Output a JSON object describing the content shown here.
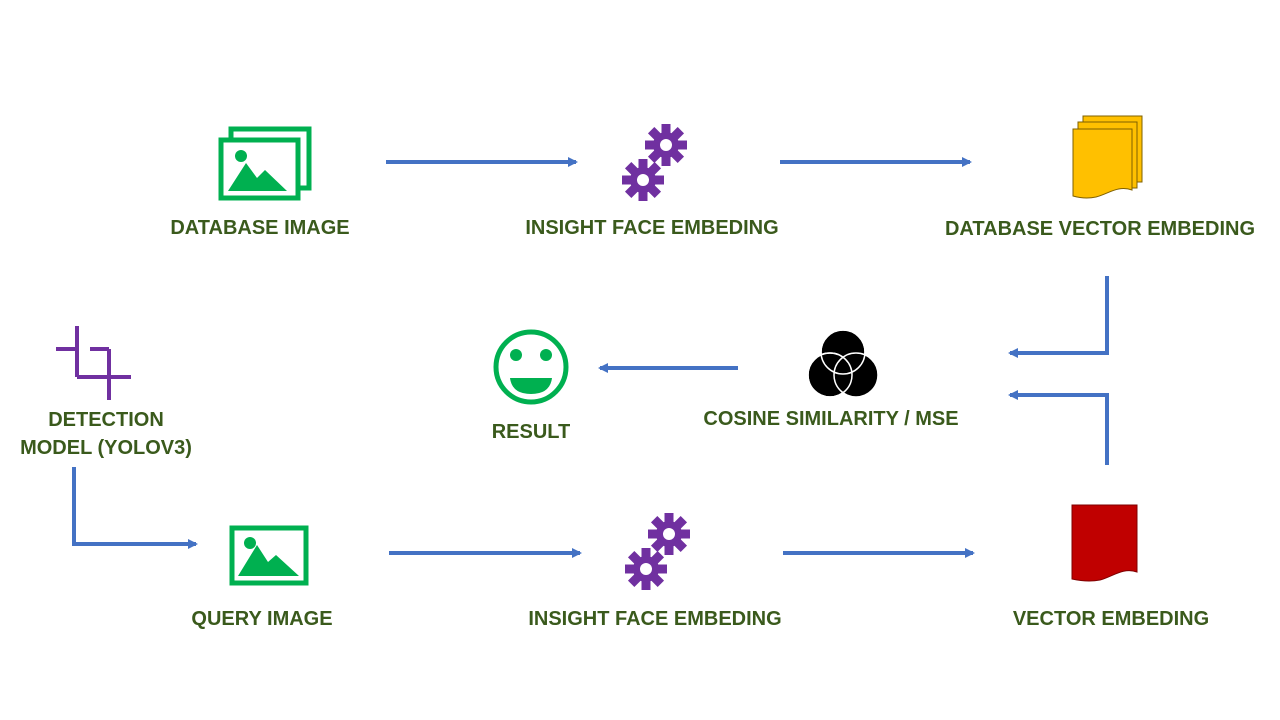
{
  "colors": {
    "label_text": "#3a5a1c",
    "arrow": "#4472c4",
    "image_icon": "#00b050",
    "gear_icon": "#7030a0",
    "detection_icon": "#7030a0",
    "database_vector_icon": "#ffc000",
    "query_vector_icon": "#c00000",
    "result_icon": "#00b050",
    "similarity_icon": "#000000"
  },
  "nodes": {
    "database_image": {
      "label": "DATABASE IMAGE",
      "icon": "image-stack-icon"
    },
    "insight_face_top": {
      "label": "INSIGHT  FACE EMBEDING",
      "icon": "gears-icon"
    },
    "database_vector": {
      "label": "DATABASE VECTOR EMBEDING",
      "icon": "document-stack-icon"
    },
    "detection_model": {
      "label_line1": "DETECTION",
      "label_line2": "MODEL (YOLOV3)",
      "icon": "crop-icon"
    },
    "result": {
      "label": "RESULT",
      "icon": "smiley-face-icon"
    },
    "cosine_similarity": {
      "label": "COSINE SIMILARITY / MSE",
      "icon": "venn-diagram-icon"
    },
    "query_image": {
      "label": "QUERY IMAGE",
      "icon": "image-icon"
    },
    "insight_face_bottom": {
      "label": "INSIGHT  FACE EMBEDING",
      "icon": "gears-icon"
    },
    "vector_embedding": {
      "label": "VECTOR EMBEDING",
      "icon": "document-icon"
    }
  }
}
